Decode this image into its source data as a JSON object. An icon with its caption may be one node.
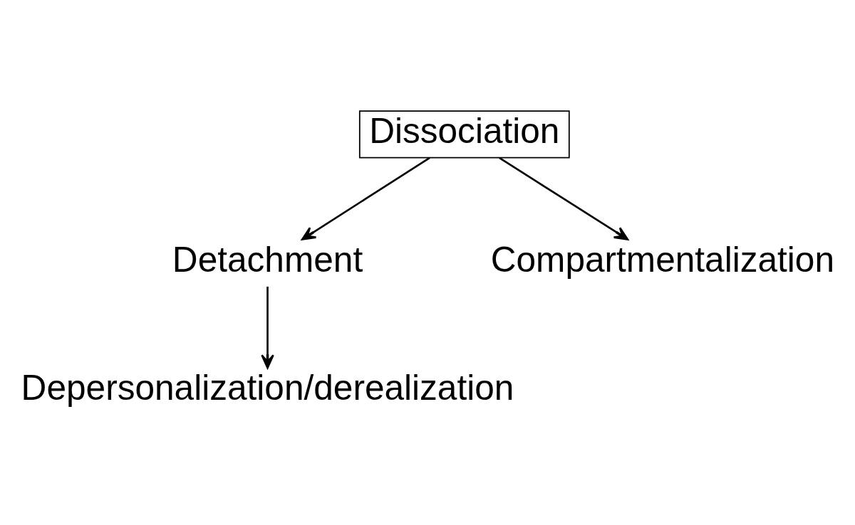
{
  "diagram": {
    "nodes": [
      {
        "text": [
          "Dissociation"
        ]
      },
      {
        "text": [
          "Detachment"
        ]
      },
      {
        "text": [
          "Compartmentalization"
        ]
      },
      {
        "text": [
          "Depersonalization/derealization"
        ]
      }
    ],
    "edges": [
      {
        "from": 0,
        "to": 1,
        "arrow": "to"
      },
      {
        "from": 0,
        "to": 2,
        "arrow": "to"
      },
      {
        "from": 1,
        "to": 3,
        "arrow": "to"
      }
    ]
  }
}
